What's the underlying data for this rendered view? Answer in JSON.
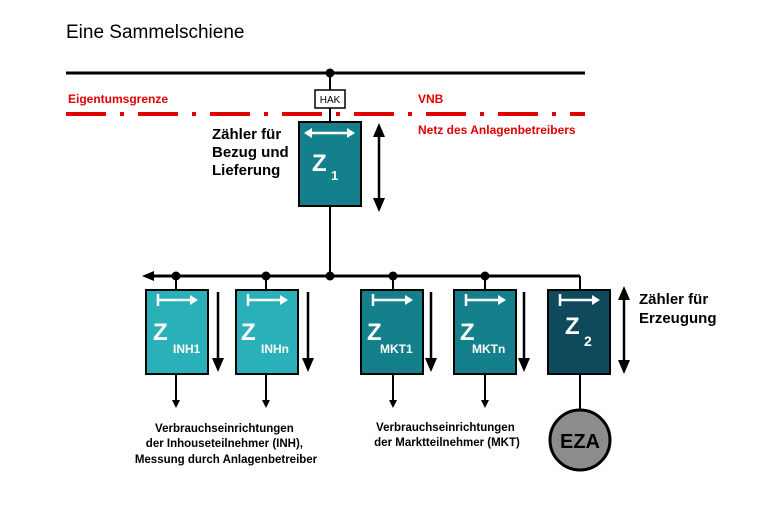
{
  "title": "Eine Sammelschiene",
  "labels": {
    "eigentumsgrenze": "Eigentumsgrenze",
    "vnb": "VNB",
    "netz": "Netz des Anlagenbetreibers",
    "hak": "HAK",
    "zaehler_bezug": [
      "Zähler für",
      "Bezug und",
      "Lieferung"
    ],
    "zaehler_erzeugung": [
      "Zähler für",
      "Erzeugung"
    ],
    "verbraucher_inh": [
      "Verbrauchseinrichtungen",
      "der Inhouseteilnehmer (INH),",
      "Messung durch Anlagenbetreiber"
    ],
    "verbraucher_mkt": [
      "Verbrauchseinrichtungen",
      "der Marktteilnehmer (MKT)"
    ],
    "eza": "EZA"
  },
  "meters": {
    "main": {
      "letter": "Z",
      "sub": "1"
    },
    "inh1": {
      "letter": "Z",
      "sub": "INH1"
    },
    "inhn": {
      "letter": "Z",
      "sub": "INHn"
    },
    "mkt1": {
      "letter": "Z",
      "sub": "MKT1"
    },
    "mktn": {
      "letter": "Z",
      "sub": "MKTn"
    },
    "gen": {
      "letter": "Z",
      "sub": "2"
    }
  },
  "colors": {
    "meter_light": "#2ab0b8",
    "meter_mid": "#14808c",
    "meter_dark": "#0f4a5c",
    "boundary_red": "#e00000",
    "eza_gray": "#8c8c8a"
  }
}
